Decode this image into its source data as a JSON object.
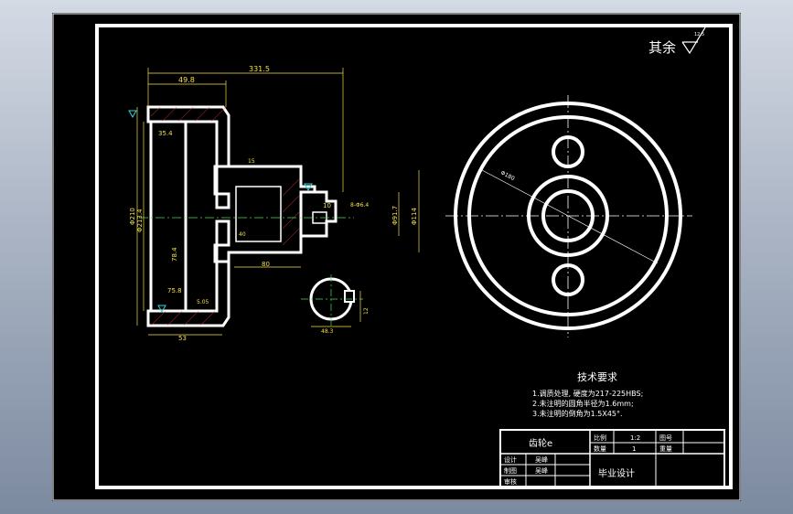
{
  "drawing": {
    "surface_note": "其余",
    "roughness_symbol": "surface-roughness-icon",
    "dimensions": {
      "overall_length": "331.5",
      "rim_width": "49.8",
      "hub_length": "80",
      "hub_step": "40",
      "bottom_width": "53",
      "rim_left": "35.4",
      "inner_depth": "78.4",
      "lower_depth": "75.8",
      "small_gap": "10",
      "groove": "15",
      "bore_note": "8-Φ6.4",
      "outer_diameter": "Φ210",
      "pitch_diameter": "Φ213.4",
      "hub_diameter": "Φ114",
      "hub_inner": "Φ91.7",
      "chamfer": "5.05",
      "key_width": "48.3",
      "key_depth": "12",
      "front_circle": "Φ180"
    },
    "colors": {
      "line": "#ffffff",
      "dimension": "#f4e04a",
      "center": "#44dd55",
      "symbol": "#33d6d6",
      "viewport_bg": "#000000"
    }
  },
  "requirements": {
    "title": "技术要求",
    "items": [
      "1.调质处理, 硬度为217-225HBS;",
      "2.未注明的圆角半径为1.6mm;",
      "3.未注明的倒角为1.5X45°."
    ]
  },
  "title_block": {
    "part_name": "齿轮e",
    "project": "毕业设计",
    "scale_label": "比例",
    "scale_value": "1:2",
    "quantity_label": "数量",
    "quantity_value": "1",
    "sheet_label": "图号",
    "weight_label": "重量",
    "designer_label": "设计",
    "designer_name": "吴峰",
    "drafter_label": "制图",
    "drafter_name": "吴峰",
    "reviewer_label": "审核"
  }
}
